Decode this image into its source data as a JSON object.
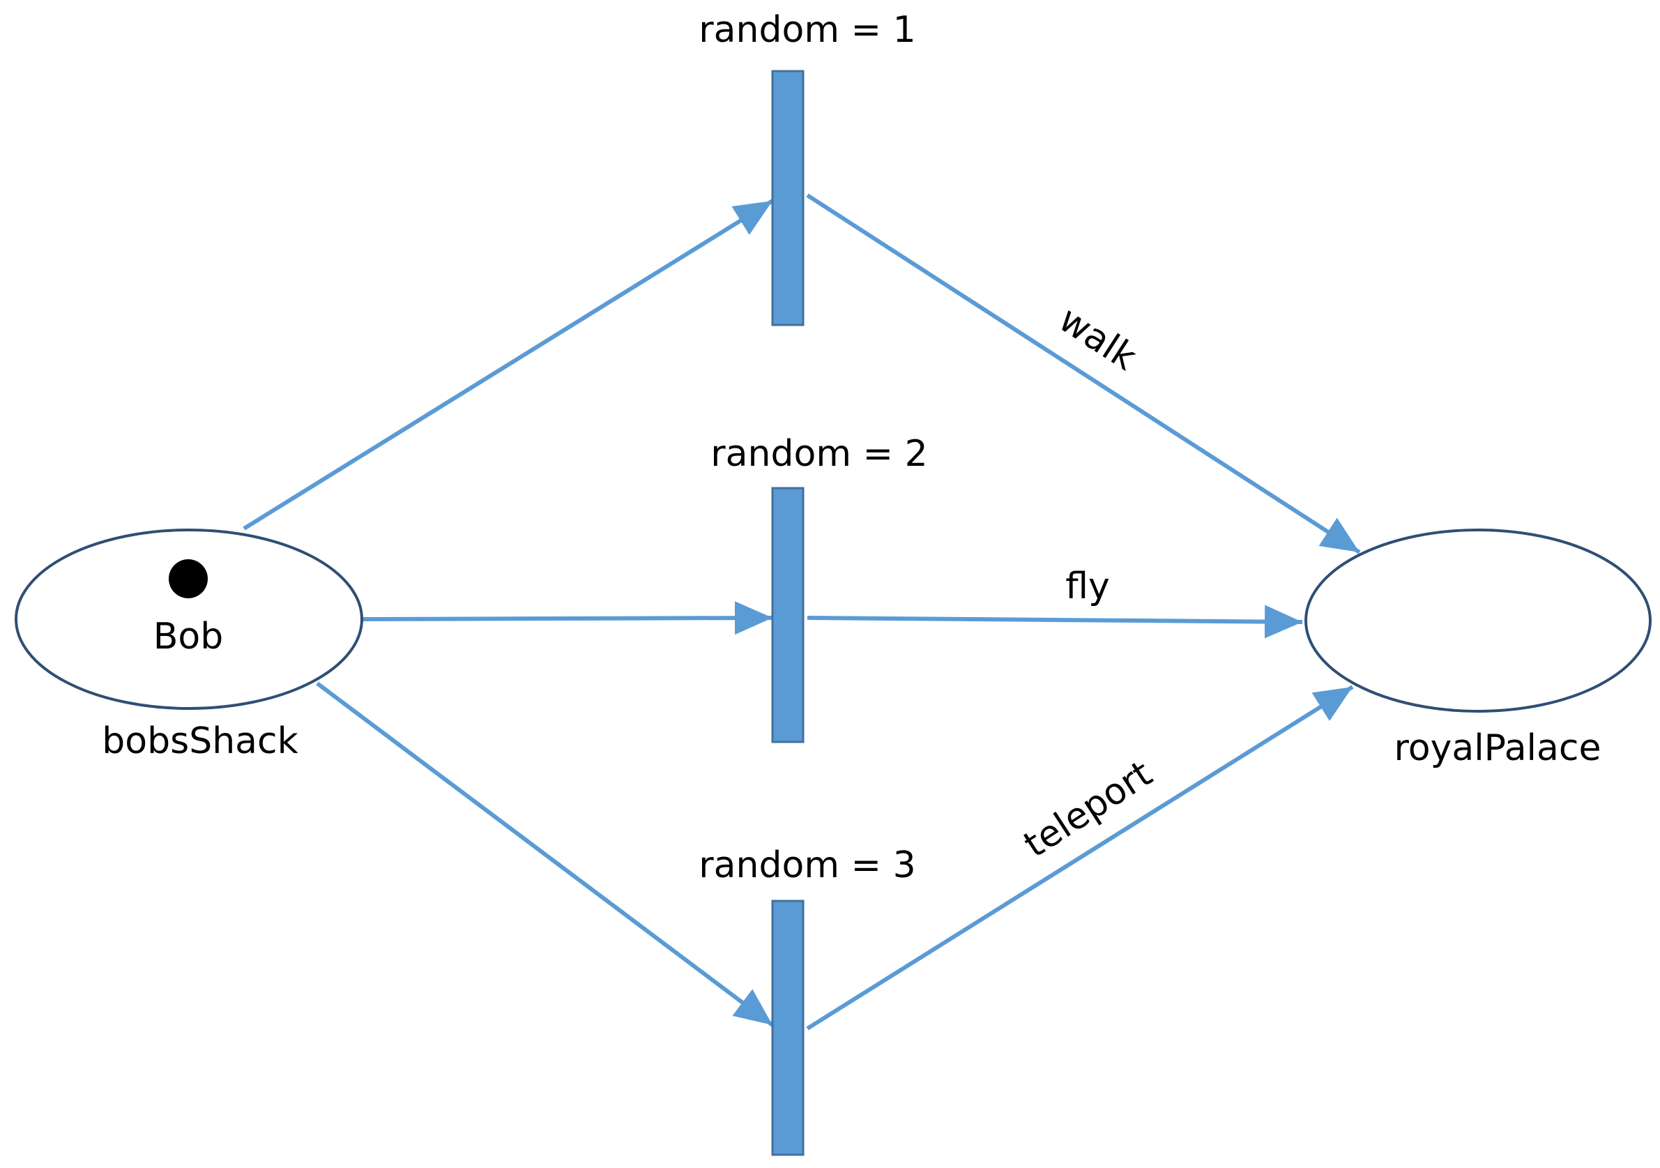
{
  "places": {
    "start": {
      "name": "bobsShack",
      "token_label": "Bob",
      "token_count": 1
    },
    "end": {
      "name": "royalPalace"
    }
  },
  "transitions": [
    {
      "guard": "random = 1",
      "action": "walk"
    },
    {
      "guard": "random = 2",
      "action": "fly"
    },
    {
      "guard": "random = 3",
      "action": "teleport"
    }
  ],
  "colors": {
    "arc": "#5B9BD5",
    "transition_fill": "#5B9BD5",
    "transition_stroke": "#41719C",
    "place_stroke": "#2F4F74",
    "token": "#000000",
    "text": "#000000"
  }
}
